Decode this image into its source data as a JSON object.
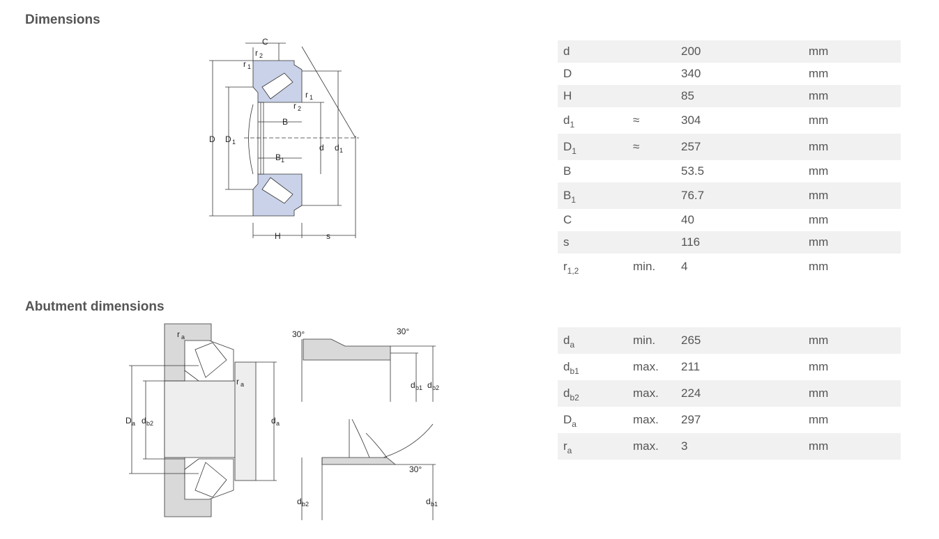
{
  "sections": {
    "dimensions_title": "Dimensions",
    "abutment_title": "Abutment dimensions"
  },
  "dimensions": [
    {
      "sym": "d",
      "sub": "",
      "qual": "",
      "value": "200",
      "unit": "mm"
    },
    {
      "sym": "D",
      "sub": "",
      "qual": "",
      "value": "340",
      "unit": "mm"
    },
    {
      "sym": "H",
      "sub": "",
      "qual": "",
      "value": "85",
      "unit": "mm"
    },
    {
      "sym": "d",
      "sub": "1",
      "qual": "≈",
      "value": "304",
      "unit": "mm"
    },
    {
      "sym": "D",
      "sub": "1",
      "qual": "≈",
      "value": "257",
      "unit": "mm"
    },
    {
      "sym": "B",
      "sub": "",
      "qual": "",
      "value": "53.5",
      "unit": "mm"
    },
    {
      "sym": "B",
      "sub": "1",
      "qual": "",
      "value": "76.7",
      "unit": "mm"
    },
    {
      "sym": "C",
      "sub": "",
      "qual": "",
      "value": "40",
      "unit": "mm"
    },
    {
      "sym": "s",
      "sub": "",
      "qual": "",
      "value": "116",
      "unit": "mm"
    },
    {
      "sym": "r",
      "sub": "1,2",
      "qual": "min.",
      "value": "4",
      "unit": "mm"
    }
  ],
  "abutment": [
    {
      "sym": "d",
      "sub": "a",
      "qual": "min.",
      "value": "265",
      "unit": "mm"
    },
    {
      "sym": "d",
      "sub": "b1",
      "qual": "max.",
      "value": "211",
      "unit": "mm"
    },
    {
      "sym": "d",
      "sub": "b2",
      "qual": "max.",
      "value": "224",
      "unit": "mm"
    },
    {
      "sym": "D",
      "sub": "a",
      "qual": "max.",
      "value": "297",
      "unit": "mm"
    },
    {
      "sym": "r",
      "sub": "a",
      "qual": "max.",
      "value": "3",
      "unit": "mm"
    }
  ],
  "drawing_labels": {
    "bearing": [
      "C",
      "r",
      "2",
      "r",
      "1",
      "r",
      "1",
      "r",
      "2",
      "B",
      "D",
      "D",
      "1",
      "d",
      "d",
      "1",
      "B",
      "1",
      "H",
      "s"
    ],
    "abutment": [
      "r",
      "a",
      "r",
      "a",
      "D",
      "a",
      "d",
      "b2",
      "d",
      "a",
      "30°",
      "30°",
      "d",
      "b1",
      "d",
      "b2",
      "30°",
      "d",
      "b2",
      "d",
      "b1"
    ]
  },
  "colors": {
    "bearing_fill": "#c9d2e8",
    "housing_fill": "#d9d9d9",
    "row_shade": "#f1f1f1"
  }
}
